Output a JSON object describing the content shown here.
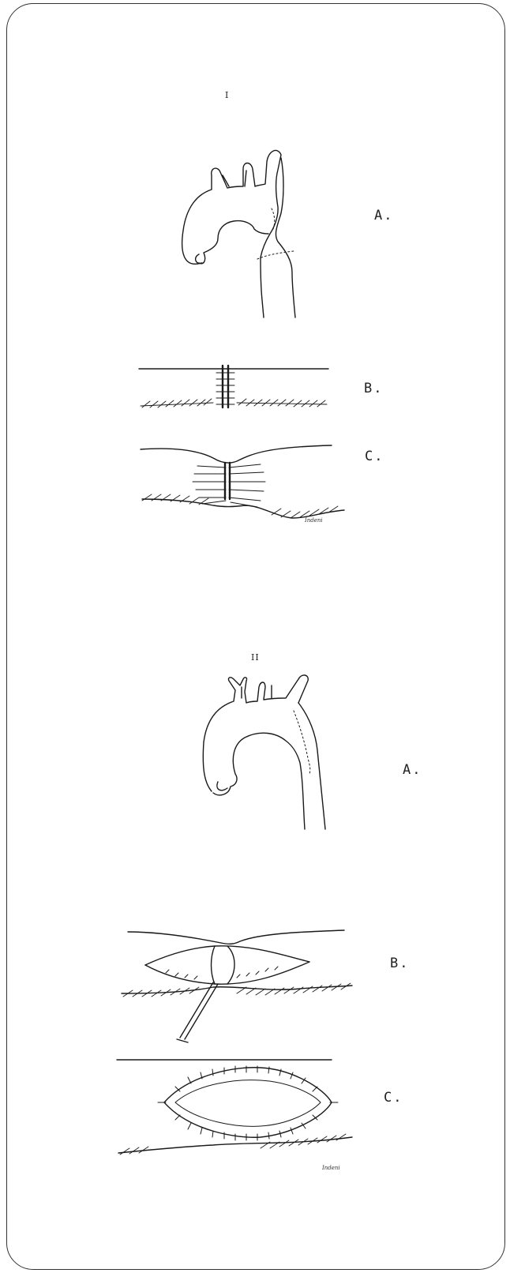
{
  "panels": [
    {
      "numeral": "I",
      "labels": {
        "a": "A.",
        "b": "B.",
        "c": "C."
      },
      "signature": "Indeni"
    },
    {
      "numeral": "II",
      "labels": {
        "a": "A.",
        "b": "B.",
        "c": "C."
      },
      "signature": "Indeni"
    }
  ]
}
